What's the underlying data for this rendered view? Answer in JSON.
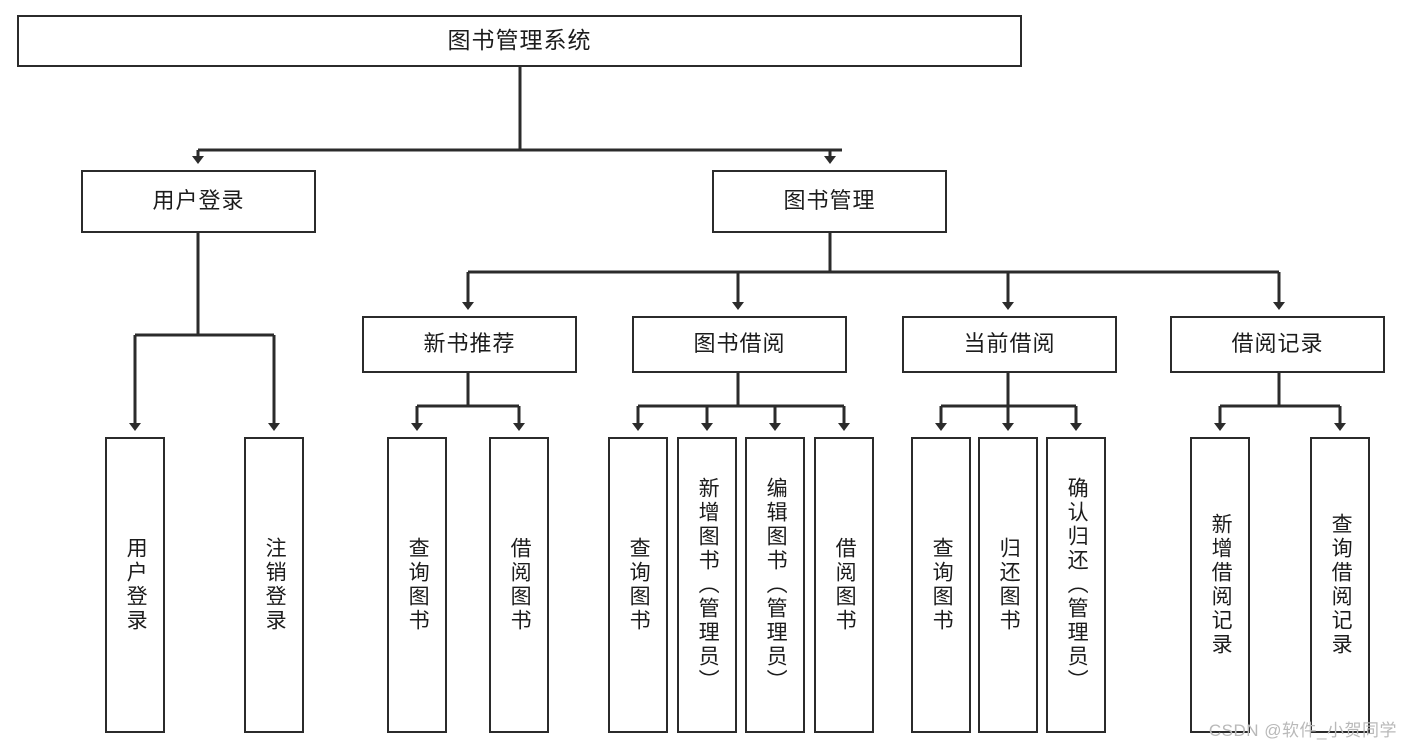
{
  "diagram": {
    "title": "图书管理系统",
    "watermark": "CSDN @软件_小贺同学",
    "colors": {
      "box_border": "#2b2b2b",
      "box_fill": "#ffffff",
      "connector": "#2b2b2b",
      "text": "#1c1c1c",
      "watermark": "#b9b9b9",
      "background": "#ffffff"
    },
    "nodes": {
      "root": "图书管理系统",
      "level2": [
        "用户登录",
        "图书管理"
      ],
      "level3": [
        "新书推荐",
        "图书借阅",
        "当前借阅",
        "借阅记录"
      ],
      "leaves": {
        "user_login": [
          "用户登录",
          "注销登录"
        ],
        "new_book_recommend": [
          "查询图书",
          "借阅图书"
        ],
        "book_borrow": [
          "查询图书",
          "新增图书（管理员）",
          "编辑图书（管理员）",
          "借阅图书"
        ],
        "current_borrow": [
          "查询图书",
          "归还图书",
          "确认归还（管理员）"
        ],
        "borrow_record": [
          "新增借阅记录",
          "查询借阅记录"
        ]
      }
    }
  }
}
